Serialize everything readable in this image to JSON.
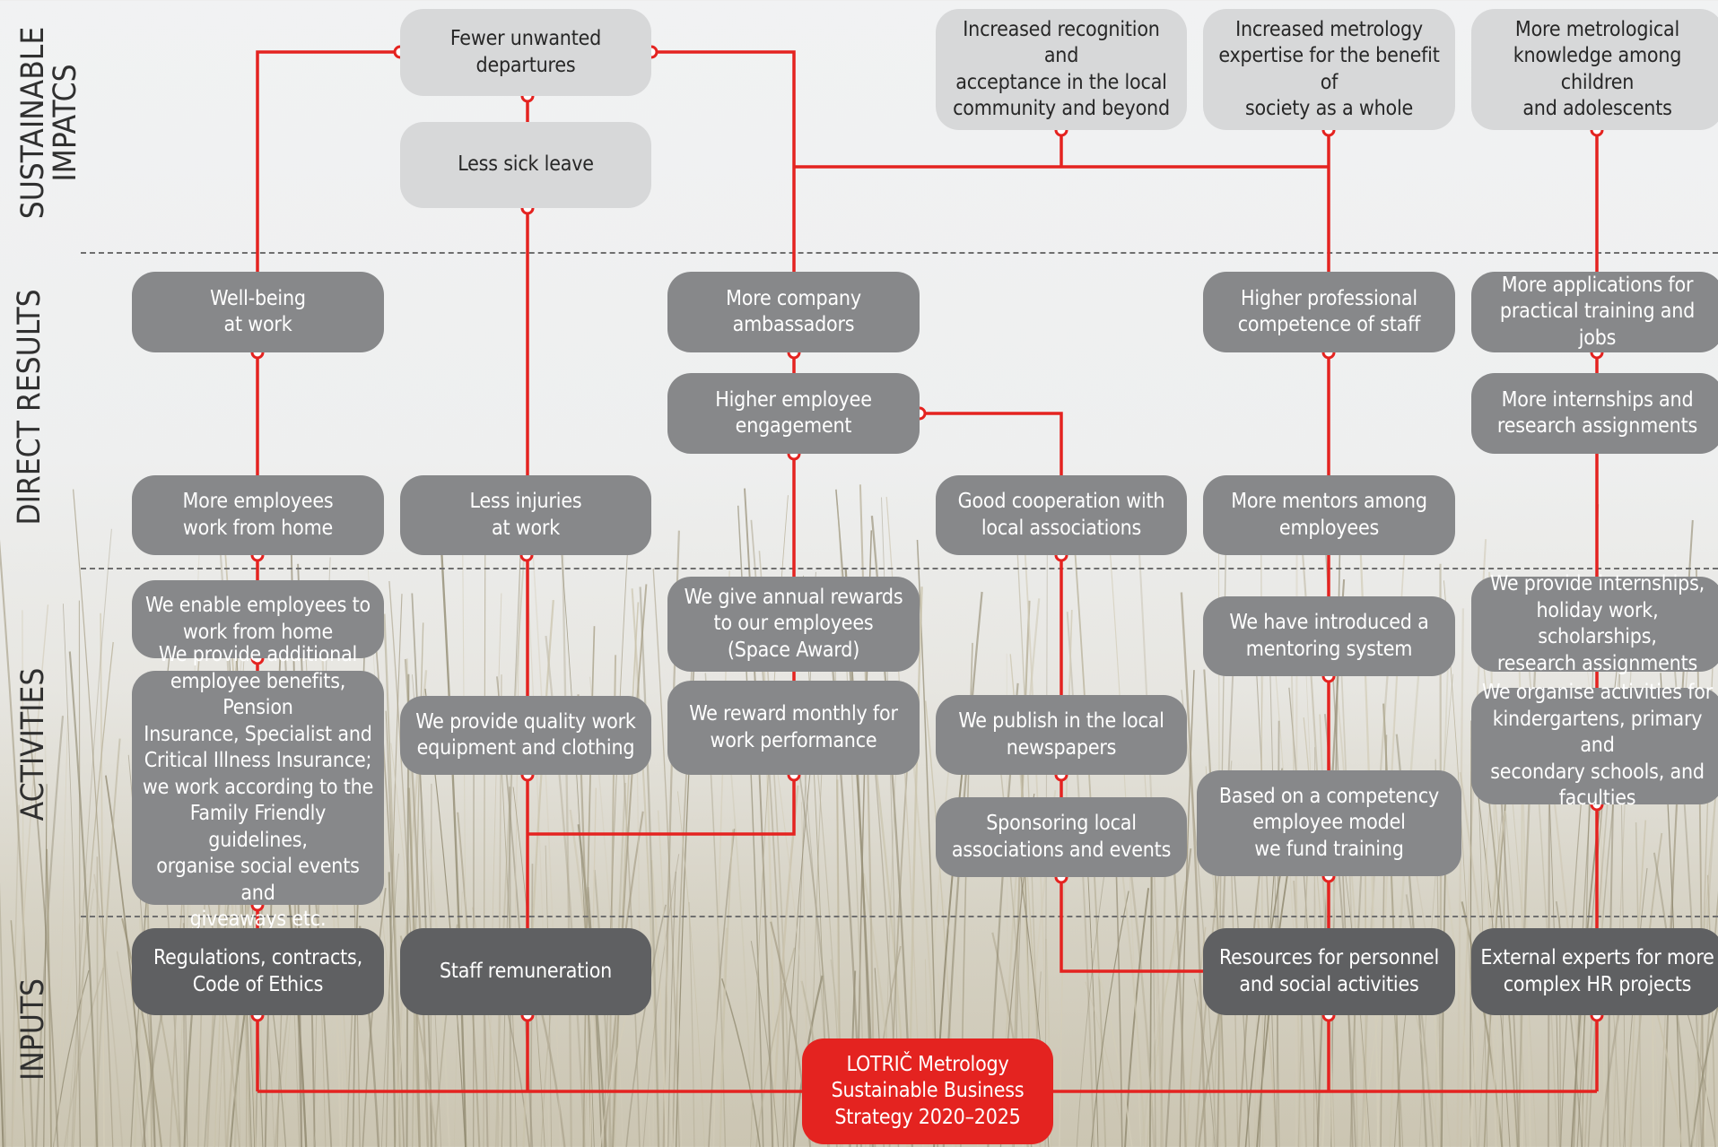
{
  "colors": {
    "connector": "#e42320",
    "core": "#e42320",
    "impact_box": "#d7d8d9",
    "result_box": "#87888a",
    "input_box": "#5f6062"
  },
  "rows": {
    "impacts": "SUSTAINABLE\nIMPATCS",
    "results": "DIRECT RESULTS",
    "activities": "ACTIVITIES",
    "inputs": "INPUTS"
  },
  "impacts": {
    "departures": "Fewer unwanted\ndepartures",
    "sick_leave": "Less sick leave",
    "recognition": "Increased recognition and\nacceptance in the local\ncommunity and beyond",
    "expertise": "Increased metrology\nexpertise for the benefit of\nsociety as a whole",
    "knowledge": "More metrological\nknowledge among children\nand adolescents"
  },
  "results": {
    "wellbeing": "Well-being\nat work",
    "home": "More employees\nwork from home",
    "injuries": "Less injuries\nat work",
    "ambassadors": "More company ambassadors",
    "engagement": "Higher employee\nengagement",
    "cooperation": "Good cooperation with\nlocal associations",
    "competence": "Higher professional\ncompetence of staff",
    "mentors": "More mentors among\nemployees",
    "applications": "More applications for\npractical training and jobs",
    "internships": "More internships and\nresearch assignments"
  },
  "activities": {
    "enable_home": "We enable employees to\nwork from home",
    "benefits": "We provide additional\nemployee benefits, Pension\nInsurance, Specialist and\nCritical Illness Insurance;\nwe work according to the\nFamily Friendly guidelines,\norganise social events and\ngiveaways etc.",
    "equipment": "We provide quality work\nequipment and clothing",
    "rewards": "We give annual rewards\nto our employees\n(Space Award)",
    "monthly": "We reward monthly for\nwork performance",
    "publish": "We publish in the local\nnewspapers",
    "sponsoring": "Sponsoring local\nassociations and events",
    "mentoring": "We have introduced a\nmentoring system",
    "competency": "Based on a competency\nemployee model\nwe fund training",
    "provide_internships": "We provide internships,\nholiday work, scholarships,\nresearch assignments",
    "organise": "We organise activities for\nkindergartens, primary and\nsecondary schools, and\nfaculties"
  },
  "inputs": {
    "regulations": "Regulations, contracts,\nCode of Ethics",
    "remuneration": "Staff remuneration",
    "resources": "Resources for personnel\nand social activities",
    "experts": "External experts for more\ncomplex HR projects"
  },
  "core": "LOTRIČ Metrology\nSustainable Business\nStrategy 2020–2025"
}
